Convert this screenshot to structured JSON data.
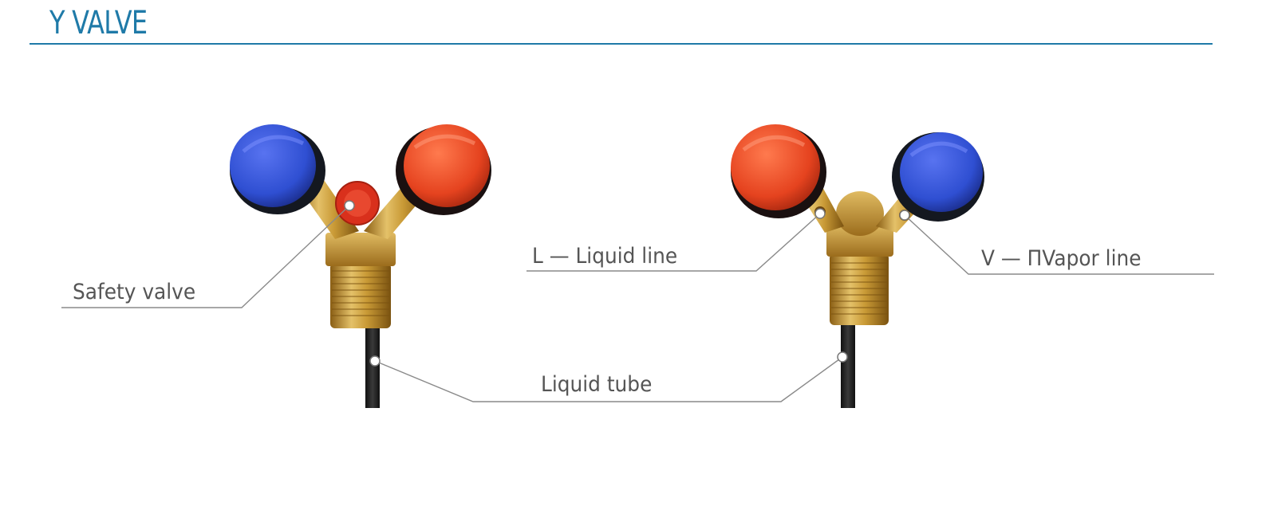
{
  "title": "Y VALVE",
  "labels": {
    "safety_valve": "Safety valve",
    "liquid_line": "L — Liquid line",
    "vapor_line": "V — ΠVapor line",
    "liquid_tube": "Liquid tube"
  },
  "colors": {
    "accent": "#1f7aa8",
    "knob_blue": "#2f4fd2",
    "knob_red": "#e5431f",
    "brass": "#c99a36",
    "leader_line": "#888888"
  }
}
